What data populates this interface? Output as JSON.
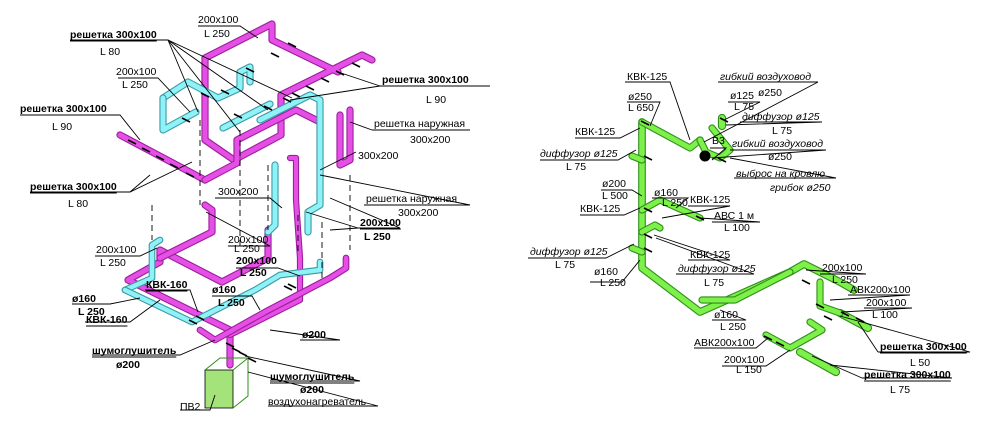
{
  "colors": {
    "magenta": "#e64fe6",
    "magenta_edge": "#9b1f9b",
    "cyan": "#8ef2f6",
    "cyan_edge": "#3a9aa6",
    "green": "#7ef04a",
    "green_edge": "#2f8f1a",
    "unit_box": "#a4e27a"
  },
  "labels": {
    "l1": "200x100",
    "l2": "L 250",
    "l3": "решетка 300x100",
    "l4": "L 80",
    "l5": "200x100",
    "l6": "L 250",
    "l7": "решетка 300x100",
    "l8": "L 90",
    "l9": "решетка 300x100",
    "l10": "L 90",
    "l11": "решетка наружная",
    "l12": "300x200",
    "l13": "300x200",
    "l14": "решетка 300x100",
    "l15": "L 80",
    "l16": "решетка наружная",
    "l17": "300x200",
    "l18": "300x200",
    "l19": "200x100",
    "l20": "L 250",
    "l21": "200x100",
    "l22": "L 250",
    "l23": "200x100",
    "l24": "L 250",
    "l25": "200x100",
    "l26": "L 250",
    "l27": "КВК-160",
    "l28": "ø160",
    "l29": "L 250",
    "l30": "ø160",
    "l31": "L 250",
    "l32": "КВК-160",
    "l33": "ø200",
    "l34": "шумоглушитель",
    "l35": "ø200",
    "l36": "шумоглушитель",
    "l37": "ø200",
    "l38": "ПВ2",
    "l39": "воздухонагреватель",
    "r1": "КВК-125",
    "r2": "гибкий воздуховод",
    "r3": "ø250",
    "r4": "ø250",
    "r5": "L 650",
    "r6": "ø125",
    "r7": "L 75",
    "r8": "диффузор ø125",
    "r9": "L 75",
    "r10": "КВК-125",
    "r11": "В3",
    "r12": "гибкий воздуховод",
    "r13": "ø250",
    "r14": "диффузор ø125",
    "r15": "L 75",
    "r16": "выброс на кровлю",
    "r17": "грибок ø250",
    "r18": "ø200",
    "r19": "L 500",
    "r20": "ø160",
    "r21": "L 250",
    "r22": "КВК-125",
    "r23": "КВК-125",
    "r24": "АВС 1 м",
    "r25": "L 100",
    "r26": "диффузор ø125",
    "r27": "L 75",
    "r28": "КВК-125",
    "r29": "диффузор ø125",
    "r30": "L 75",
    "r31": "ø160",
    "r32": "L 250",
    "r33": "200x100",
    "r34": "L 250",
    "r35": "АВК200x100",
    "r36": "200x100",
    "r37": "L 100",
    "r38": "ø160",
    "r39": "L 250",
    "r40": "АВК200x100",
    "r41": "решетка 300x100",
    "r42": "L 50",
    "r43": "200x100",
    "r44": "L 150",
    "r45": "решетка 300x100",
    "r46": "L 75"
  }
}
